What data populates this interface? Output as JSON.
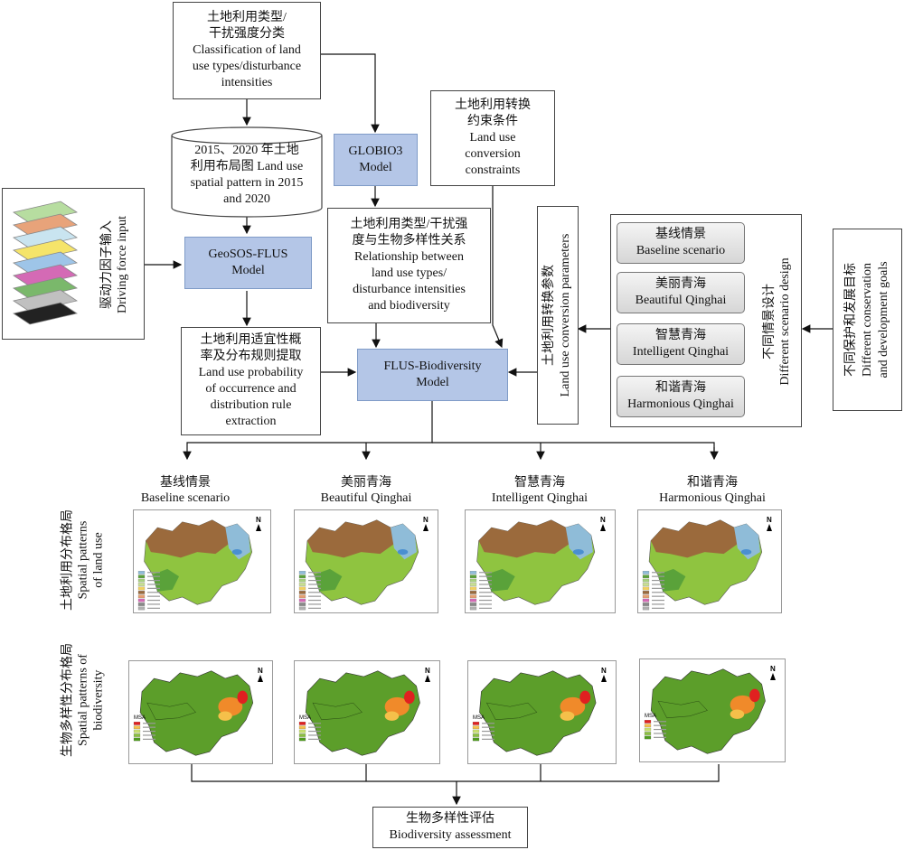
{
  "boxes": {
    "classification": {
      "zh": "土地利用类型/",
      "zh2": "干扰强度分类",
      "en": "Classification of land",
      "en2": "use types/disturbance",
      "en3": "intensities"
    },
    "landuse_maps": {
      "zh": "2015、2020 年土地",
      "zh2": "利用布局图 Land use",
      "en": "spatial pattern in 2015",
      "en2": "and 2020"
    },
    "globio3": {
      "l1": "GLOBIO3",
      "l2": "Model"
    },
    "geosos": {
      "l1": "GeoSOS-FLUS",
      "l2": "Model"
    },
    "constraints": {
      "zh": "土地利用转换",
      "zh2": "约束条件",
      "en": "Land use",
      "en2": "conversion",
      "en3": "constraints"
    },
    "relationship": {
      "zh": "土地利用类型/干扰强",
      "zh2": "度与生物多样性关系",
      "en": "Relationship between",
      "en2": "land use types/",
      "en3": "disturbance intensities",
      "en4": "and biodiversity"
    },
    "probability": {
      "zh": "土地利用适宜性概",
      "zh2": "率及分布规则提取",
      "en": "Land use probability",
      "en2": "of occurrence and",
      "en3": "distribution rule",
      "en4": "extraction"
    },
    "flus_bio": {
      "l1": "FLUS-Biodiversity",
      "l2": "Model"
    },
    "assessment": {
      "zh": "生物多样性评估",
      "en": "Biodiversity assessment"
    }
  },
  "driving_force": {
    "zh": "驱动力因子输入",
    "en": "Driving force input"
  },
  "conversion_params": {
    "zh": "土地利用转换参数",
    "en": "Land use conversion parameters"
  },
  "scenario_design": {
    "zh": "不同情景设计",
    "en": "Different scenario design"
  },
  "goals": {
    "zh": "不同保护和发展目标",
    "en": "Different conservation",
    "en2": "and development goals"
  },
  "scenarios": [
    {
      "zh": "基线情景",
      "en": "Baseline scenario"
    },
    {
      "zh": "美丽青海",
      "en": "Beautiful Qinghai"
    },
    {
      "zh": "智慧青海",
      "en": "Intelligent Qinghai"
    },
    {
      "zh": "和谐青海",
      "en": "Harmonious Qinghai"
    }
  ],
  "row_labels": {
    "landuse": {
      "zh": "土地利用分布格局",
      "en": "Spatial patterns",
      "en2": "of land use"
    },
    "biodiversity": {
      "zh": "生物多样性分布格局",
      "en": "Spatial patterns of",
      "en2": "biodiversity"
    }
  },
  "map_texts": {
    "north": "N",
    "msa": "MSA"
  },
  "colors": {
    "model_fill": "#b4c6e7",
    "msa_high": "#4f9a1f",
    "msa_low": "#e02020",
    "msa_mid": "#f08a2a"
  }
}
